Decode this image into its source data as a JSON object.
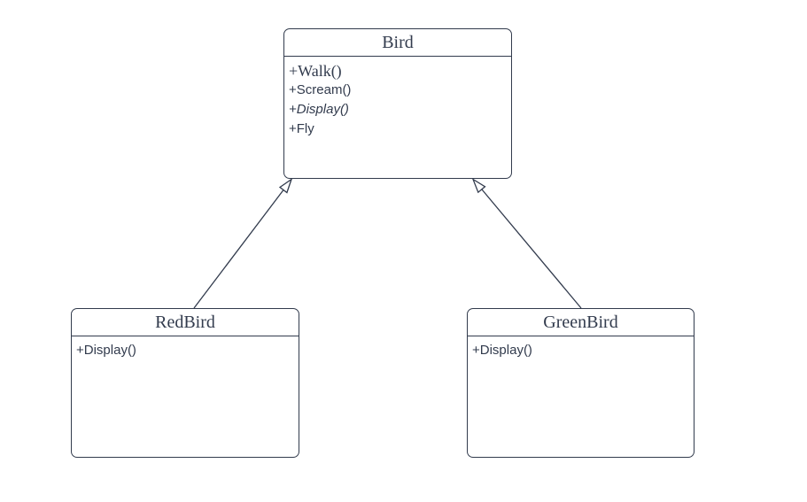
{
  "diagram": {
    "kind": "uml-class-diagram",
    "classes": [
      {
        "name": "Bird",
        "members": [
          {
            "text": "+Walk()"
          },
          {
            "text": "+Scream()"
          },
          {
            "text": "+Display()"
          },
          {
            "text": "+Fly"
          }
        ]
      },
      {
        "name": "RedBird",
        "members": [
          {
            "text": "+Display()"
          }
        ]
      },
      {
        "name": "GreenBird",
        "members": [
          {
            "text": "+Display()"
          }
        ]
      }
    ],
    "relationships": [
      {
        "from": "RedBird",
        "to": "Bird",
        "type": "generalization"
      },
      {
        "from": "GreenBird",
        "to": "Bird",
        "type": "generalization"
      }
    ],
    "colors": {
      "stroke": "#323b4d",
      "shape_fill": "#ffffff",
      "background": "#ffffff"
    }
  }
}
